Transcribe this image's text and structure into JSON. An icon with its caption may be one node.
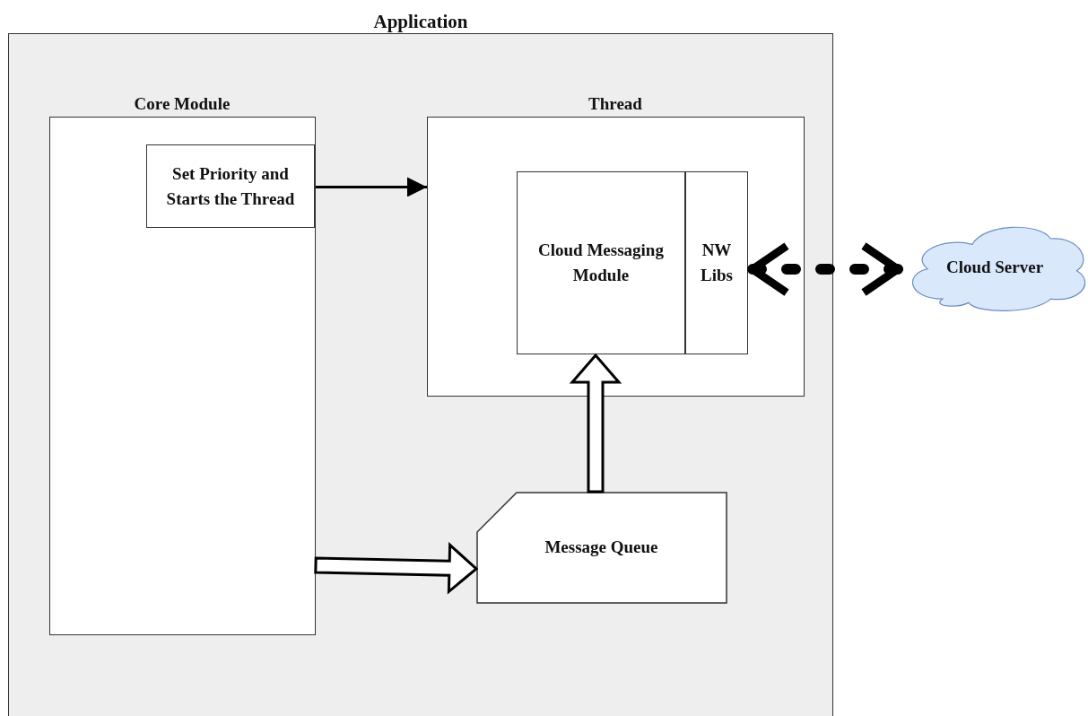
{
  "diagram": {
    "nodes": [
      {
        "text": [
          "Application"
        ]
      },
      {
        "text": [
          "Core Module"
        ],
        "in": 0
      },
      {
        "text": [
          "Set Priority and Starts the Thread"
        ],
        "in": 1
      },
      {
        "text": [
          "Thread"
        ],
        "in": 0
      },
      {
        "text": [
          "Cloud Messaging Module"
        ],
        "in": 3
      },
      {
        "text": [
          "NW Libs"
        ],
        "in": 3
      },
      {
        "text": [
          "Message Queue"
        ],
        "in": 0
      },
      {
        "text": [
          "Cloud Server"
        ]
      }
    ],
    "edges": [
      {
        "from": 2,
        "to": 3,
        "arrow": "to"
      },
      {
        "from": 1,
        "to": 6,
        "arrow": "to",
        "style": "thick"
      },
      {
        "from": 6,
        "to": 4,
        "arrow": "to",
        "style": "thick"
      },
      {
        "from": 5,
        "to": 7,
        "arrow": "both",
        "style": "dashed"
      }
    ]
  }
}
